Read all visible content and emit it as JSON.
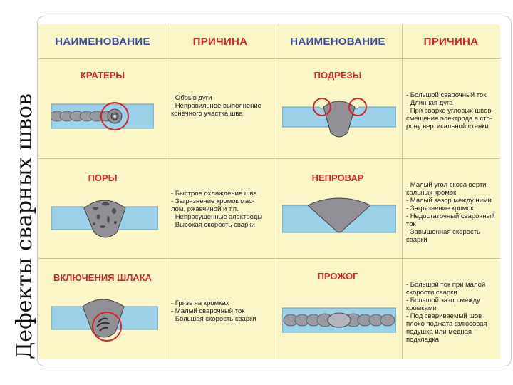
{
  "page_title": "Дефекты сварных швов",
  "table": {
    "header_left_name": "НАИМЕНОВАНИЕ",
    "header_left_cause": "ПРИЧИНА",
    "header_right_name": "НАИМЕНОВАНИЕ",
    "header_right_cause": "ПРИЧИНА",
    "rows": [
      {
        "left": {
          "name": "КРАТЕРЫ",
          "causes": [
            "- Обрыв дуги",
            "- Неправильное выполнение",
            "конечного участка шва"
          ]
        },
        "right": {
          "name": "ПОДРЕЗЫ",
          "causes": [
            "- Большой сварочный ток",
            "- Длинная дуга",
            "- При сварке угловых швов -",
            "смещение электрода в сто-",
            "рону вертикальной стенки"
          ]
        }
      },
      {
        "left": {
          "name": "ПОРЫ",
          "causes": [
            "- Быстрое охлаждение шва",
            "- Загрязнение кромок мас-",
            "лом, ржавчиной и т.п.",
            "- Непросушенные электроды",
            "- Высокая скорость сварки"
          ]
        },
        "right": {
          "name": "НЕПРОВАР",
          "causes": [
            "- Малый угол скоса верти-",
            "кальных кромок",
            "- Малый зазор между ними",
            "- Загрязнение кромок",
            "- Недостаточный сварочный",
            "ток",
            "- Завышенная скорость",
            "сварки"
          ]
        }
      },
      {
        "left": {
          "name": "ВКЛЮЧЕНИЯ ШЛАКА",
          "causes": [
            "- Грязь на кромках",
            "- Малый сварочный ток",
            "- Большая скорость сварки"
          ]
        },
        "right": {
          "name": "ПРОЖОГ",
          "causes": [
            "- Большой ток при малой",
            "скорости сварки",
            "- Большой зазор между",
            "кромками",
            "- Под свариваемый шов",
            "плохо поджата флюсовая",
            "подушка или медная",
            "подкладка"
          ]
        }
      }
    ]
  },
  "colors": {
    "sheet": "#fbf6c8",
    "plate_blue": "#9cd1ea",
    "weld_gray": "#8f8f95",
    "circle_red": "#d8232a",
    "header_name": "#3a4da0",
    "header_cause": "#d8232a"
  }
}
